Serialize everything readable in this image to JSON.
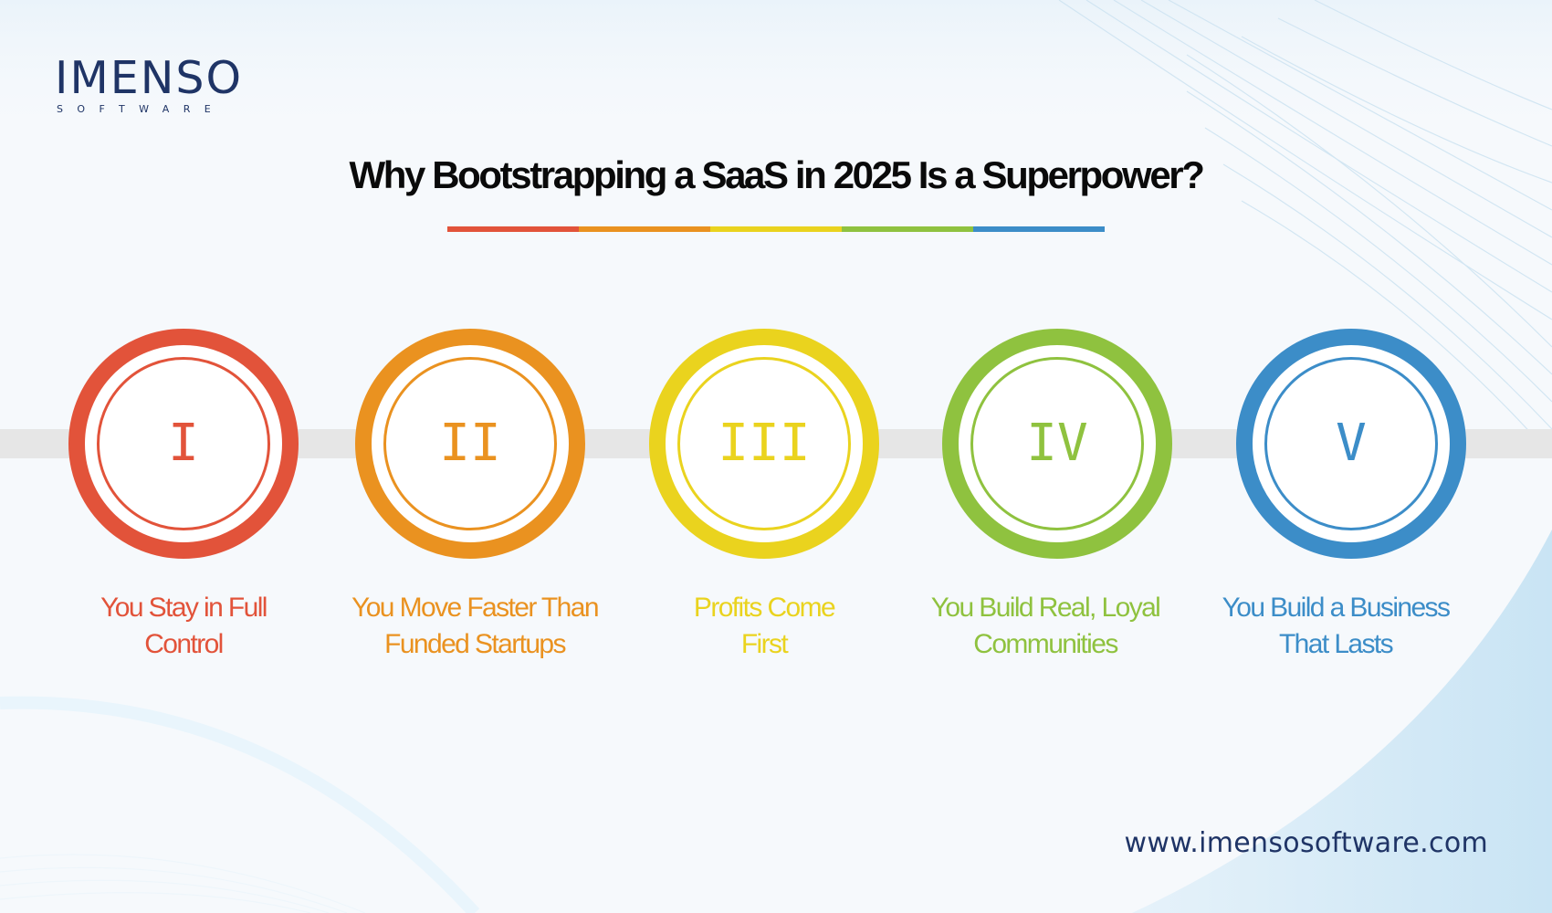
{
  "logo": {
    "name": "IMENSO",
    "tagline": "SOFTWARE",
    "color": "#1f3466"
  },
  "title": "Why Bootstrapping a SaaS in 2025 Is a Superpower?",
  "color_bar": [
    "#e2533a",
    "#ea9220",
    "#ead31e",
    "#8fc23f",
    "#3c8dc8"
  ],
  "steps": [
    {
      "numeral": "I",
      "line1": "You Stay in Full",
      "line2": "Control",
      "color": "#e2533a"
    },
    {
      "numeral": "II",
      "line1": "You Move Faster Than",
      "line2": "Funded Startups",
      "color": "#ea9220"
    },
    {
      "numeral": "III",
      "line1": "Profits Come",
      "line2": "First",
      "color": "#ead31e"
    },
    {
      "numeral": "IV",
      "line1": "You Build Real, Loyal",
      "line2": "Communities",
      "color": "#8fc23f"
    },
    {
      "numeral": "V",
      "line1": "You Build a Business",
      "line2": "That Lasts",
      "color": "#3c8dc8"
    }
  ],
  "footer": {
    "website": "www.imensosoftware.com"
  }
}
